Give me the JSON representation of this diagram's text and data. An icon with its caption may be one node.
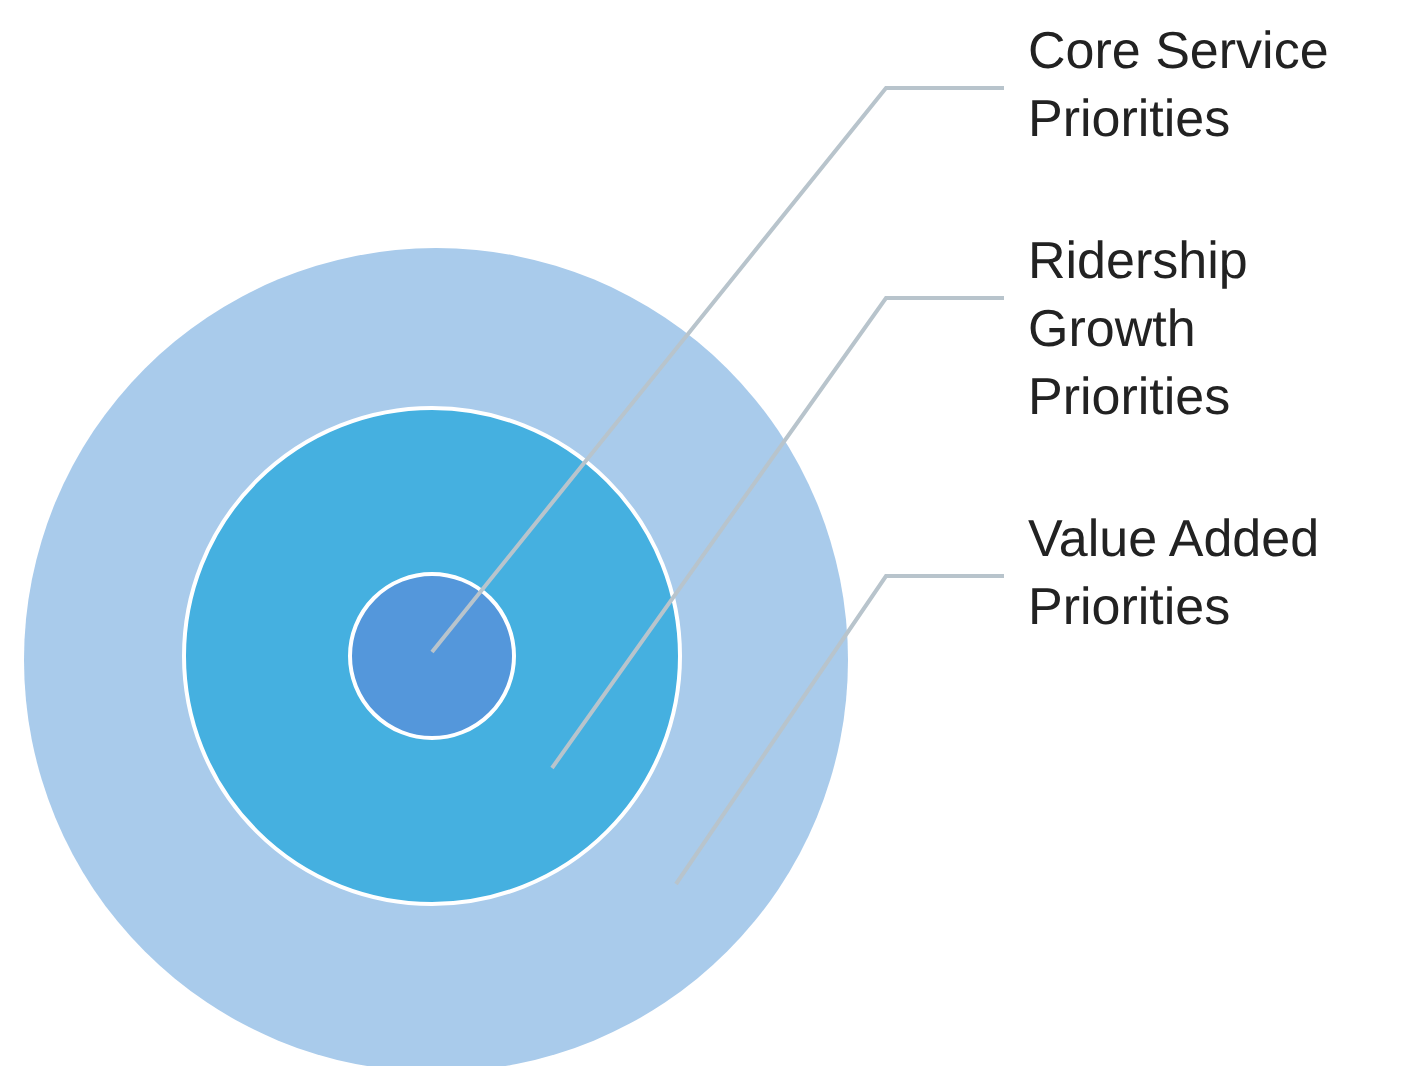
{
  "diagram": {
    "nodes": [
      {
        "text": [],
        "shape": "circle"
      },
      {
        "text": [],
        "shape": "circle",
        "in": 0
      },
      {
        "text": [],
        "shape": "circle",
        "in": 1
      },
      {
        "text": [
          "Core Service Priorities"
        ]
      },
      {
        "text": [
          "Ridership Growth Priorities"
        ]
      },
      {
        "text": [
          "Value Added Priorities"
        ]
      }
    ],
    "edges": [
      {
        "from": 3,
        "to": 2,
        "arrow": "none"
      },
      {
        "from": 4,
        "to": 1,
        "arrow": "none"
      },
      {
        "from": 5,
        "to": 0,
        "arrow": "none"
      }
    ]
  }
}
